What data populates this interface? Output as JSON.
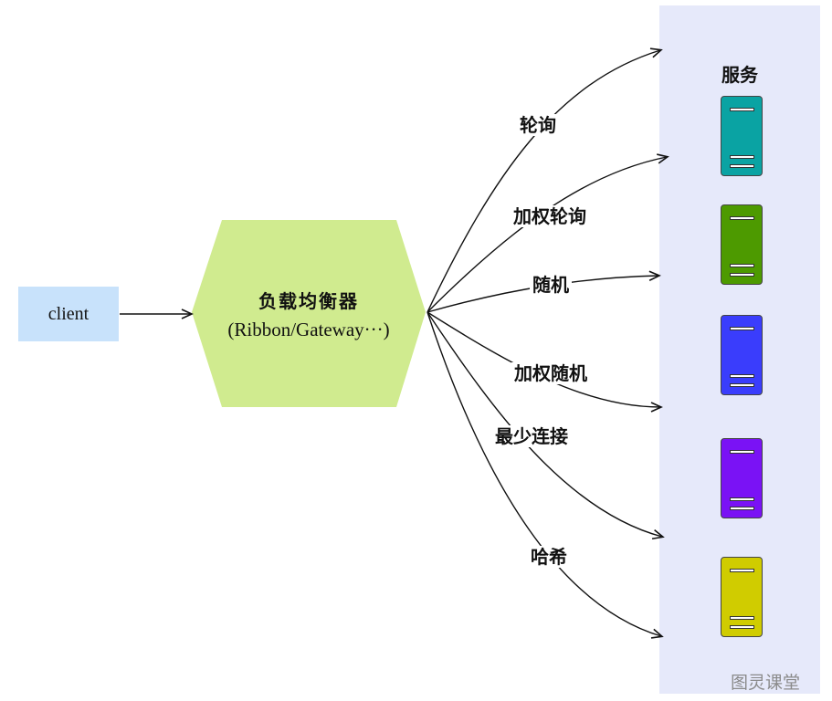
{
  "client": {
    "label": "client"
  },
  "load_balancer": {
    "title": "负载均衡器",
    "subtitle": "(Ribbon/Gateway···)",
    "fill": "#d0eb8f"
  },
  "services": {
    "title": "服务",
    "panel_color": "#e6e9fa",
    "servers": [
      {
        "color": "#0aa3a3"
      },
      {
        "color": "#4d9a00"
      },
      {
        "color": "#3a3dfc"
      },
      {
        "color": "#7a12f5"
      },
      {
        "color": "#d0cc00"
      }
    ]
  },
  "strategies": [
    {
      "label": "轮询"
    },
    {
      "label": "加权轮询"
    },
    {
      "label": "随机"
    },
    {
      "label": "加权随机"
    },
    {
      "label": "最少连接"
    },
    {
      "label": "哈希"
    }
  ],
  "watermark": "图灵课堂"
}
